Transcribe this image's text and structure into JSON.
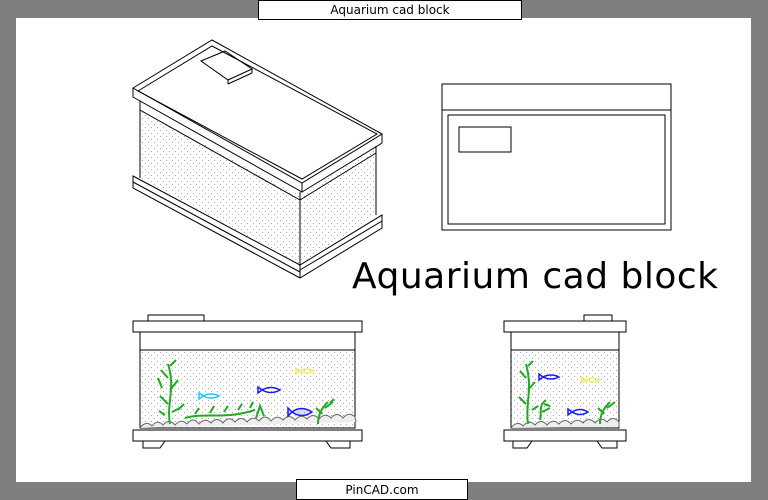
{
  "header": {
    "title": "Aquarium cad block"
  },
  "drawing": {
    "caption": "Aquarium cad block"
  },
  "footer": {
    "brand": "PinCAD.com"
  },
  "colors": {
    "frame": "#7f7f7f",
    "sheet": "#ffffff",
    "line": "#000000",
    "plant": "#22aa22",
    "fish_blue": "#1a1aee",
    "fish_cyan": "#22ccee",
    "fish_yellow": "#eeee66"
  }
}
